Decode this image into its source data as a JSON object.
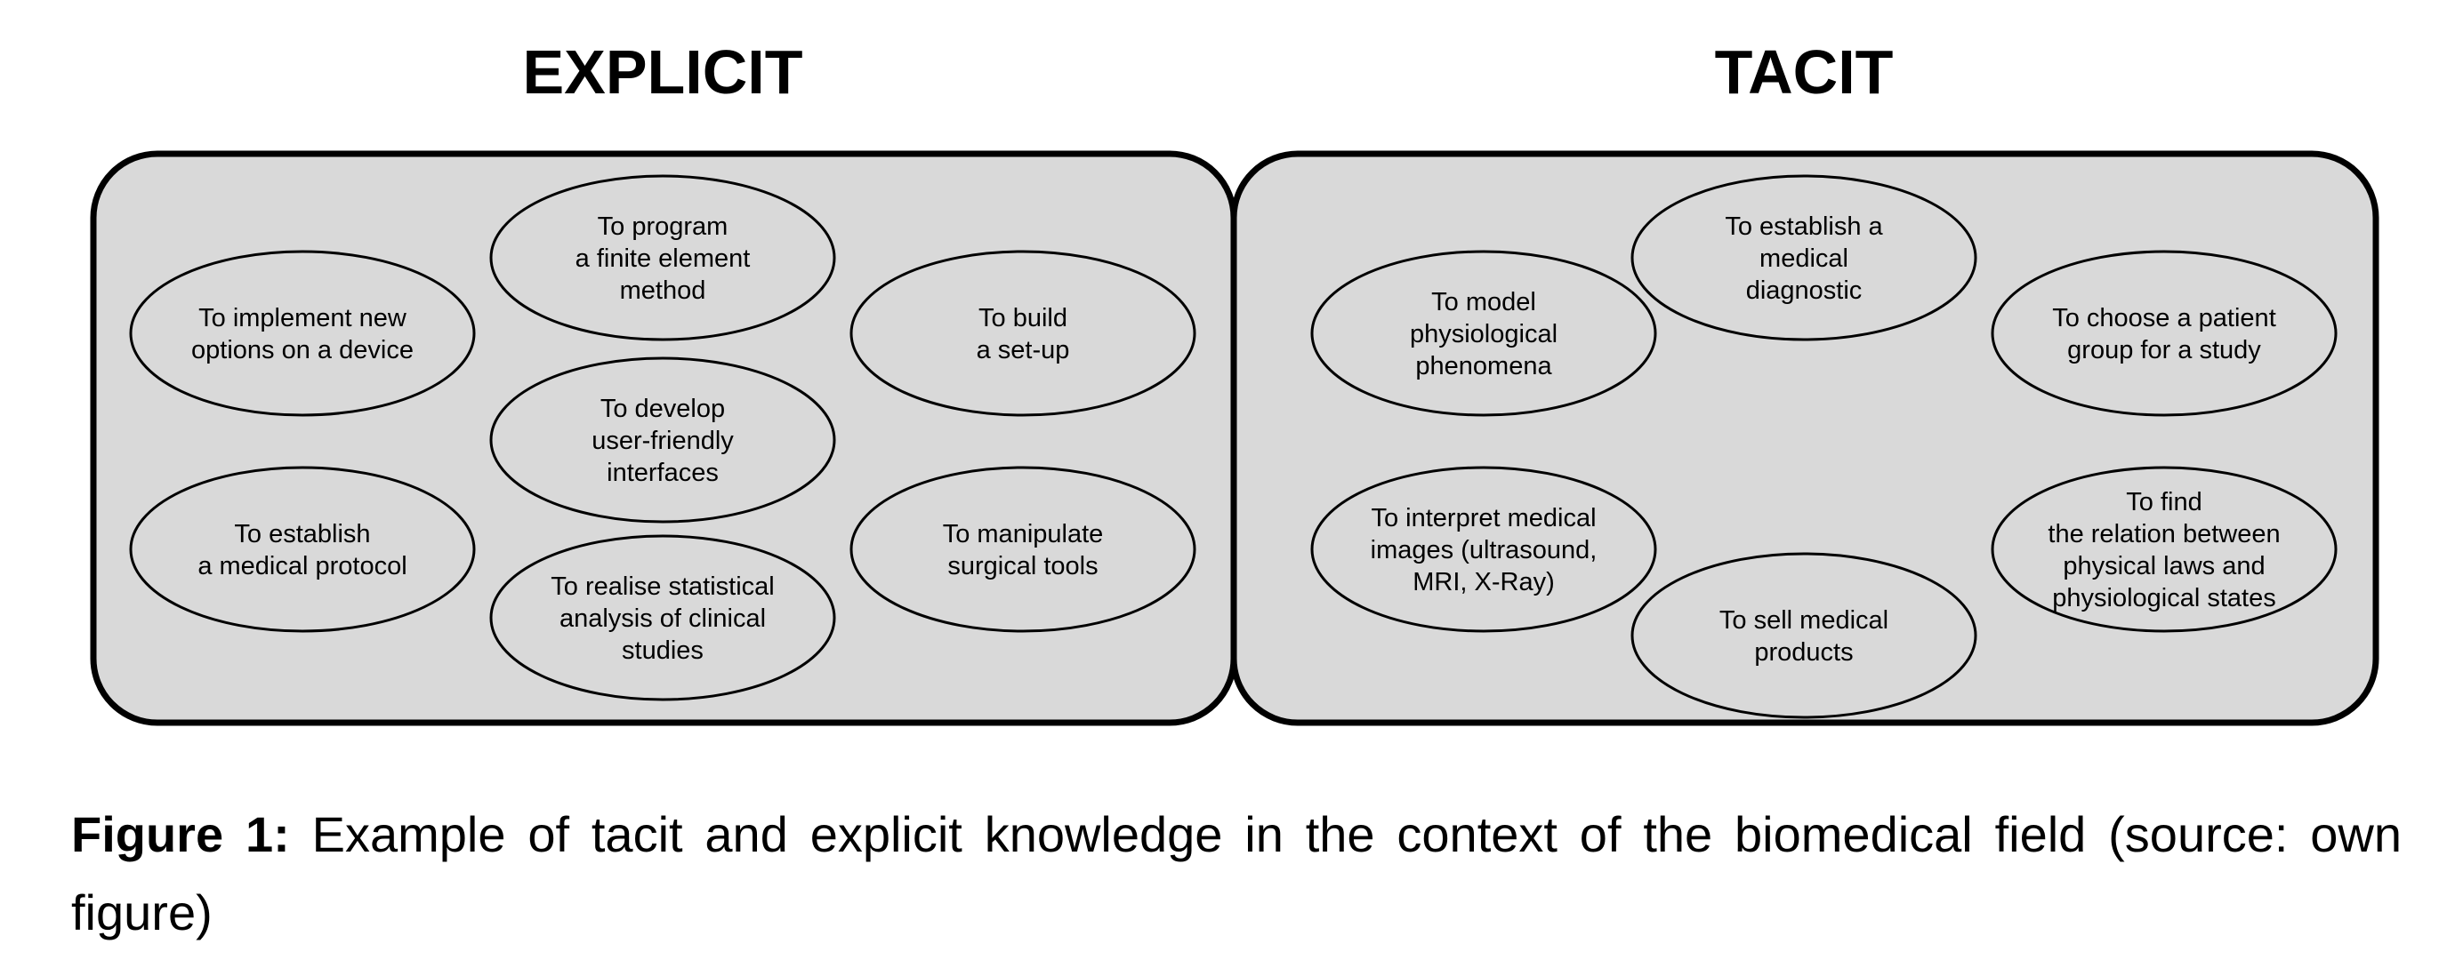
{
  "diagram": {
    "panels": [
      {
        "id": "explicit",
        "title": "EXPLICIT",
        "items": [
          {
            "lines": [
              "To program",
              "a finite element",
              "method"
            ]
          },
          {
            "lines": [
              "To implement new",
              "options on a device"
            ]
          },
          {
            "lines": [
              "To build",
              "a set-up"
            ]
          },
          {
            "lines": [
              "To develop",
              "user-friendly",
              "interfaces"
            ]
          },
          {
            "lines": [
              "To establish",
              "a medical protocol"
            ]
          },
          {
            "lines": [
              "To manipulate",
              "surgical tools"
            ]
          },
          {
            "lines": [
              "To realise statistical",
              "analysis of clinical",
              "studies"
            ]
          }
        ]
      },
      {
        "id": "tacit",
        "title": "TACIT",
        "items": [
          {
            "lines": [
              "To establish a",
              "medical",
              "diagnostic"
            ]
          },
          {
            "lines": [
              "To model",
              "physiological",
              "phenomena"
            ]
          },
          {
            "lines": [
              "To choose a patient",
              "group for a study"
            ]
          },
          {
            "lines": [
              "To interpret medical",
              "images (ultrasound,",
              "MRI, X-Ray)"
            ]
          },
          {
            "lines": [
              "To find",
              "the relation between",
              "physical laws and",
              "physiological states"
            ]
          },
          {
            "lines": [
              "To sell medical",
              "products"
            ]
          }
        ]
      }
    ]
  },
  "caption": {
    "label": "Figure 1:",
    "text": " Example of tacit and explicit knowledge in the context of the biomedical field (source: own figure)"
  }
}
